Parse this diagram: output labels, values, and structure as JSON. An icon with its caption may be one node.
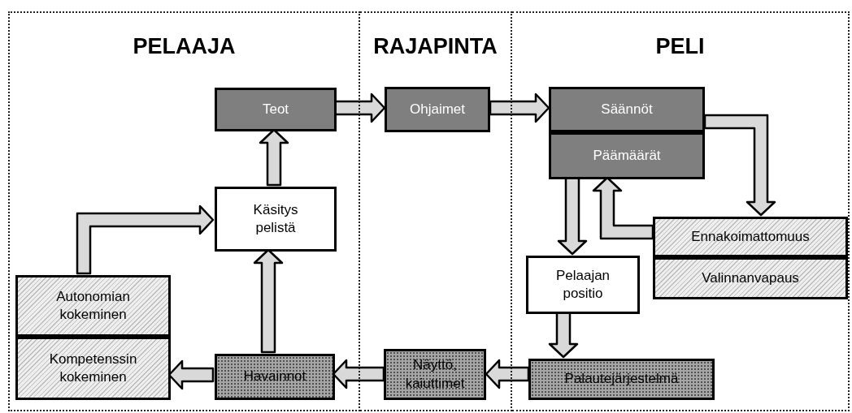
{
  "diagram": {
    "nodes": [
      {
        "text": [
          "PELAAJA"
        ]
      },
      {
        "text": [
          "RAJAPINTA"
        ]
      },
      {
        "text": [
          "PELI"
        ]
      },
      {
        "text": [
          "Teot"
        ],
        "in": 0
      },
      {
        "text": [
          "Käsitys pelistä"
        ],
        "in": 0
      },
      {
        "text": [
          "Autonomian kokeminen"
        ],
        "in": 0
      },
      {
        "text": [
          "Kompetenssin kokeminen"
        ],
        "in": 0
      },
      {
        "text": [
          "Havainnot"
        ],
        "in": 0
      },
      {
        "text": [
          "Ohjaimet"
        ],
        "in": 1
      },
      {
        "text": [
          "Näyttö, kaiuttimet"
        ],
        "in": 1
      },
      {
        "text": [
          "Säännöt"
        ],
        "in": 2
      },
      {
        "text": [
          "Päämäärät"
        ],
        "in": 2
      },
      {
        "text": [
          "Ennakoimattomuus"
        ],
        "in": 2
      },
      {
        "text": [
          "Valinnanvapaus"
        ],
        "in": 2
      },
      {
        "text": [
          "Pelaajan positio"
        ],
        "in": 2
      },
      {
        "text": [
          "Palautejärjestelmä"
        ],
        "in": 2
      }
    ],
    "edges": [
      {
        "from": 3,
        "to": 8,
        "arrow": "to"
      },
      {
        "from": 8,
        "to": 10,
        "arrow": "to"
      },
      {
        "from": 10,
        "to": 12,
        "arrow": "to"
      },
      {
        "from": 12,
        "to": 11,
        "arrow": "to"
      },
      {
        "from": 11,
        "to": 14,
        "arrow": "to"
      },
      {
        "from": 14,
        "to": 15,
        "arrow": "to"
      },
      {
        "from": 15,
        "to": 9,
        "arrow": "to"
      },
      {
        "from": 9,
        "to": 7,
        "arrow": "to"
      },
      {
        "from": 7,
        "to": 6,
        "arrow": "to"
      },
      {
        "from": 7,
        "to": 4,
        "arrow": "to"
      },
      {
        "from": 5,
        "to": 4,
        "arrow": "to"
      },
      {
        "from": 4,
        "to": 3,
        "arrow": "to"
      }
    ]
  }
}
